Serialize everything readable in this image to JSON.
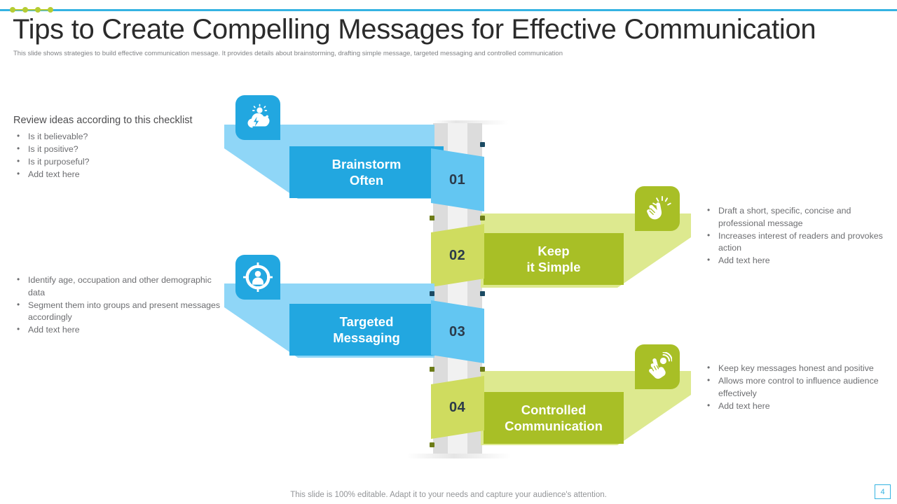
{
  "header": {
    "title": "Tips to Create Compelling Messages for Effective Communication",
    "subtitle": "This slide shows strategies to build effective communication message. It provides details about brainstorming, drafting simple  message, targeted messaging and controlled communication"
  },
  "colors": {
    "blue": "#22a7e0",
    "blue_light": "#63c6f2",
    "blue_pale": "#8fd6f7",
    "green": "#a8bf26",
    "green_light": "#cfdc5f",
    "green_pale": "#dde98f",
    "gray_dark": "#dcdcdc",
    "gray_light": "#f1f1f1",
    "accent_rule": "#35b3e2",
    "dot": "#b5cc33",
    "number_text": "#2b3a4a"
  },
  "blocks": {
    "checklist": {
      "heading": "Review ideas according to this checklist",
      "items": [
        "Is it believable?",
        "Is it positive?",
        "Is it purposeful?",
        "Add text here"
      ]
    },
    "targeted": {
      "items": [
        "Identify age, occupation and other demographic data",
        "Segment them into groups and present messages accordingly",
        "Add text here"
      ]
    },
    "simple": {
      "items": [
        "Draft a short, specific, concise and professional message",
        "Increases interest of readers and provokes action",
        "Add text here"
      ]
    },
    "controlled": {
      "items": [
        "Keep key messages honest and positive",
        "Allows more control to influence audience effectively",
        "Add text here"
      ]
    }
  },
  "steps": [
    {
      "number": "01",
      "line1": "Brainstorm",
      "line2": "Often",
      "side": "left",
      "color": "blue",
      "icon": "brainstorm-icon"
    },
    {
      "number": "02",
      "line1": "Keep",
      "line2": "it Simple",
      "side": "right",
      "color": "green",
      "icon": "snap-fingers-icon"
    },
    {
      "number": "03",
      "line1": "Targeted",
      "line2": "Messaging",
      "side": "left",
      "color": "blue",
      "icon": "target-audience-icon"
    },
    {
      "number": "04",
      "line1": "Controlled",
      "line2": "Communication",
      "side": "right",
      "color": "green",
      "icon": "tap-hand-icon"
    }
  ],
  "footer": {
    "note": "This slide is 100% editable. Adapt it to your needs and capture your audience's attention.",
    "page_number": "4"
  }
}
